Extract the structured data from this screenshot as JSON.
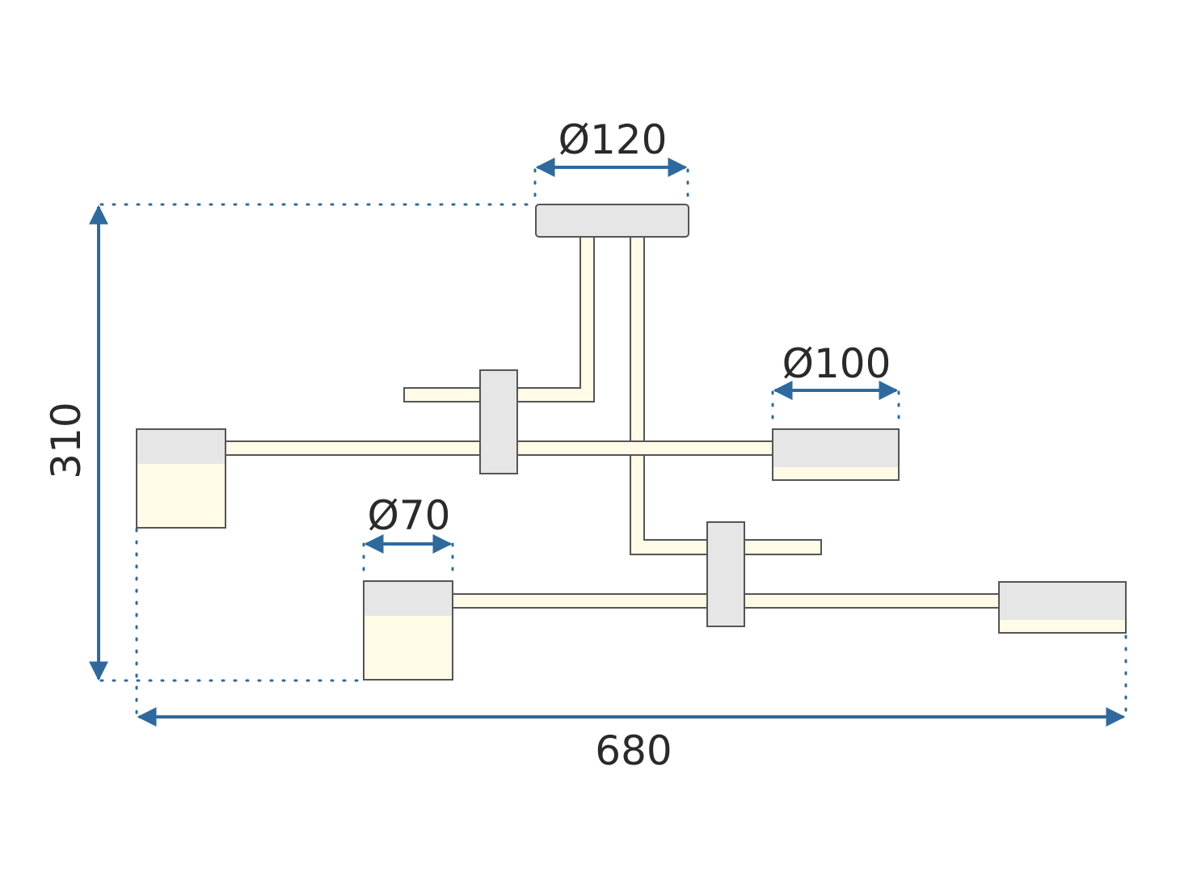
{
  "colors": {
    "background": "#ffffff",
    "dimension_line": "#2e6a9e",
    "dotted_guide": "#2e6a9e",
    "metal_part": "#e6e6e6",
    "metal_outline": "#555555",
    "led_glow": "#fffbe6",
    "text": "#2a2a2a"
  },
  "dimensions": {
    "canopy_diameter": "Ø120",
    "shade_diameter_large": "Ø100",
    "shade_diameter_small": "Ø70",
    "total_height": "310",
    "total_width": "680"
  }
}
